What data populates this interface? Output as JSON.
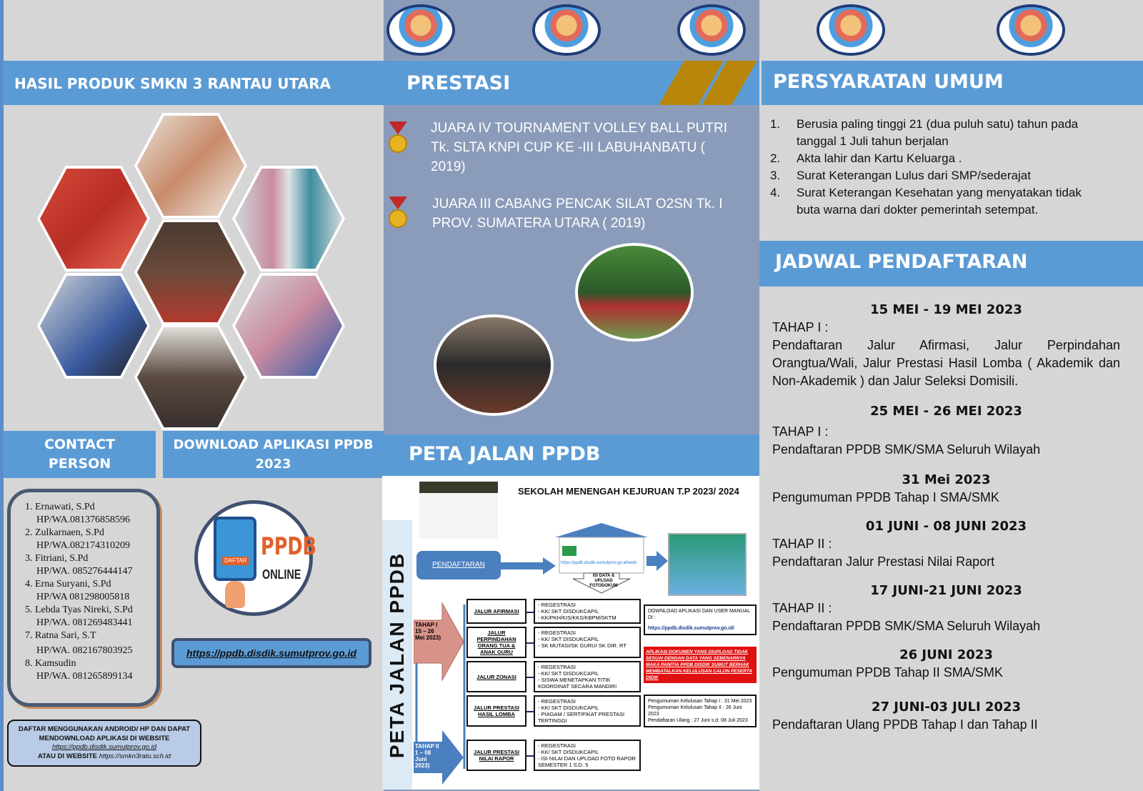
{
  "left": {
    "header": "HASIL PRODUK SMKN 3 RANTAU UTARA",
    "contact_header": "CONTACT PERSON",
    "download_header": "DOWNLOAD APLIKASI PPDB 2023",
    "contacts": [
      {
        "label": "1. Ernawati, S.Pd",
        "phone": "HP/WA.081376858596"
      },
      {
        "label": "2. Zulkarnaen, S.Pd",
        "phone": "HP/WA.082174310209"
      },
      {
        "label": "3. Fitriani, S.Pd",
        "phone": "HP/WA. 085276444147"
      },
      {
        "label": "4. Erna Suryani, S.Pd",
        "phone": "HP/WA 081298005818"
      },
      {
        "label": "5. Lebda Tyas Nireki, S.Pd",
        "phone": "HP/WA. 081269483441"
      },
      {
        "label": "7. Ratna Sari, S.T",
        "phone": "HP/WA. 082167803925"
      },
      {
        "label": "8. Kamsudin",
        "phone": "HP/WA. 081265899134"
      }
    ],
    "ppdb_logo": {
      "title": "PPDB",
      "subtitle": "ONLINE",
      "button": "DAFTAR"
    },
    "url": "https://ppdb.disdik.sumutprov.go.id",
    "note": {
      "line1": "DAFTAR MENGGUNAKAN ANDROID/ HP DAN DAPAT",
      "line2": "MENDOWNLOAD APLIKASI DI WEBSITE",
      "url1": "https://ppdb.disdik.sumutprov.go.id",
      "line3": "ATAU DI WEBSITE",
      "url2": "https://smkn3ratu.sch.id"
    }
  },
  "middle": {
    "header": "PRESTASI",
    "achievements": [
      {
        "text": "JUARA IV TOURNAMENT VOLLEY BALL PUTRI Tk. SLTA KNPI CUP KE -III LABUHANBATU ( 2019)"
      },
      {
        "text": "JUARA III CABANG PENCAK SILAT O2SN Tk. I PROV. SUMATERA UTARA ( 2019)"
      }
    ],
    "roadmap_header": "PETA JALAN PPDB",
    "roadmap": {
      "side_label": "PETA JALAN PPDB",
      "title": "SEKOLAH MENENGAH KEJURUAN T.P 2023/ 2024",
      "pendaftaran": "PENDAFTARAN",
      "site_url": "https://ppdb.disdik.sumutprov.go.id/web/",
      "isi_data": "ISI DATA & UPLOAD FOTODOKUM",
      "tahap1": "TAHAP I 15 – 26 Mei 2023)",
      "tahap2": "TAHAP II 1 – 08 Juni 2023)",
      "jalur": [
        {
          "name": "JALUR AFIRMASI",
          "reqs": [
            "- REGESTRASI",
            "- KK/ SKT DISDUKCAPIL",
            "- KK/PKH/KIS/KKS/KBPM/SKTM"
          ]
        },
        {
          "name": "JALUR PERPINDAHAN ORANG TUA & ANAK GURU",
          "reqs": [
            "- REGESTRASI",
            "- KK/ SKT DISDUKCAPIL",
            "- SK MUTASI/SK GURU/ SK DIR. RT"
          ]
        },
        {
          "name": "JALUR ZONASI",
          "reqs": [
            "- REGESTRASI",
            "- KK/ SKT DISDUKCAPIL",
            "- SISWA MENETAPKAN TITIK KOORDINAT SECARA MANDIRI"
          ]
        },
        {
          "name": "JALUR PRESTASI HASIL LOMBA",
          "reqs": [
            "- REGESTRASI",
            "- KK/ SKT DISDUKCAPIL",
            "- PIAGAM / SERTIFIKAT PRESTASI TERTINGGI"
          ]
        },
        {
          "name": "JALUR PRESTASI NILAI RAPOR",
          "reqs": [
            "- REGESTRASI",
            "- KK/ SKT DISDUKCAPIL",
            "- ISI NILAI DAN UPLOAD FOTO RAPOR SEMESTER 1 S.D. 5"
          ]
        }
      ],
      "download_info": "DOWNLOAD APLIKASI DAN USER MANUAL DI :",
      "download_url": "https://ppdb.disdik.sumutprov.go.id/",
      "warning": "APLIKASI DOKUMEN YANG DIUPLOAD TIDAK SESUAI DENGAN DATA YANG SEBENARNYA MAKA PANITIA PPDB DISDIK SUMUT BERHAK MEMBATALKAN KELULUSAN CALON PESERTA DIDIK",
      "announcements": [
        "Pengumuman Kelulusan Tahap I : 31 Mei 2023",
        "Pengumuman Kelulusan Tahap II : 26 Juni 2023",
        "Pendaftaran Ulang : 27 Juni s.d. 08 Juli 2023"
      ]
    }
  },
  "right": {
    "header": "PERSYARATAN UMUM",
    "requirements": [
      {
        "n": "1.",
        "text": "Berusia paling tinggi 21 (dua puluh satu) tahun pada tanggal 1 Juli tahun berjalan"
      },
      {
        "n": "2.",
        "text": "Akta lahir dan Kartu Keluarga ."
      },
      {
        "n": "3.",
        "text": "Surat Keterangan Lulus dari SMP/sederajat"
      },
      {
        "n": "4.",
        "text": "Surat Keterangan Kesehatan yang menyatakan tidak buta warna dari dokter pemerintah setempat."
      }
    ],
    "schedule_header": "JADWAL PENDAFTARAN",
    "schedule": [
      {
        "date": "15 MEI - 19 MEI 2023",
        "stage": "TAHAP I :",
        "desc": "Pendaftaran Jalur Afirmasi, Jalur Perpindahan Orangtua/Wali, Jalur Prestasi Hasil Lomba ( Akademik dan Non-Akademik ) dan Jalur Seleksi Domisili."
      },
      {
        "date": "25 MEI - 26 MEI 2023",
        "stage": "TAHAP I :",
        "desc": "Pendaftaran PPDB SMK/SMA Seluruh Wilayah"
      },
      {
        "date": "31 Mei 2023",
        "stage": "",
        "desc": "Pengumuman PPDB Tahap I SMA/SMK"
      },
      {
        "date": "01 JUNI - 08 JUNI 2023",
        "stage": "TAHAP II :",
        "desc": "Pendaftaran  Jalur Prestasi Nilai Raport"
      },
      {
        "date": "17 JUNI-21 JUNI 2023",
        "stage": "TAHAP II :",
        "desc": "Pendaftaran PPDB SMK/SMA Seluruh Wilayah"
      },
      {
        "date": "26 JUNI 2023",
        "stage": "",
        "desc": "Pengumuman PPDB Tahap II SMA/SMK"
      },
      {
        "date": "27 JUNI-03 JULI 2023",
        "stage": "",
        "desc": "Pendaftaran Ulang PPDB Tahap I dan Tahap II"
      }
    ]
  },
  "colors": {
    "header_blue": "#5b9bd5",
    "middle_bg": "#8b9cba",
    "panel_gray": "#d6d6d6",
    "warning_red": "#e01010",
    "gold": "#b8860b"
  }
}
